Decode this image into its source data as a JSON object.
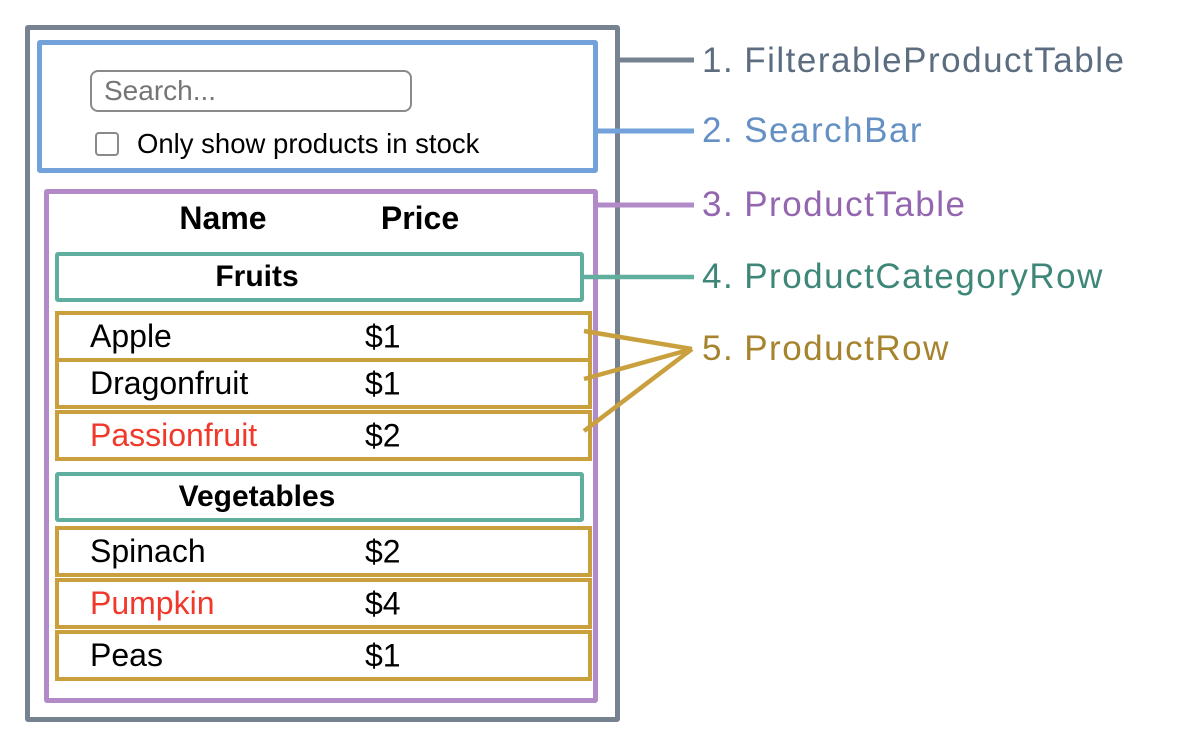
{
  "component_labels": [
    {
      "number": "1.",
      "name": "FilterableProductTable",
      "color": "#5C6D80"
    },
    {
      "number": "2.",
      "name": "SearchBar",
      "color": "#6590C4"
    },
    {
      "number": "3.",
      "name": "ProductTable",
      "color": "#9466AF"
    },
    {
      "number": "4.",
      "name": "ProductCategoryRow",
      "color": "#3E8778"
    },
    {
      "number": "5.",
      "name": "ProductRow",
      "color": "#A6832D"
    }
  ],
  "search_bar": {
    "input_placeholder": "Search...",
    "checkbox_label": "Only show products in stock",
    "checkbox_checked": false
  },
  "product_table": {
    "headers": {
      "name": "Name",
      "price": "Price"
    },
    "groups": [
      {
        "category": "Fruits",
        "rows": [
          {
            "name": "Apple",
            "price": "$1"
          },
          {
            "name": "Dragonfruit",
            "price": "$1"
          },
          {
            "name": "Passionfruit",
            "price": "$2",
            "highlighted": true
          }
        ]
      },
      {
        "category": "Vegetables",
        "rows": [
          {
            "name": "Spinach",
            "price": "$2"
          },
          {
            "name": "Pumpkin",
            "price": "$4",
            "highlighted": true
          },
          {
            "name": "Peas",
            "price": "$1"
          }
        ]
      }
    ]
  },
  "colors": {
    "filterable_product_table": "#76828F",
    "search_bar": "#73A2DB",
    "product_table": "#B28AC8",
    "product_category_row": "#60AE9E",
    "product_row": "#C9A03D",
    "out_of_stock_text": "#F0392B"
  }
}
